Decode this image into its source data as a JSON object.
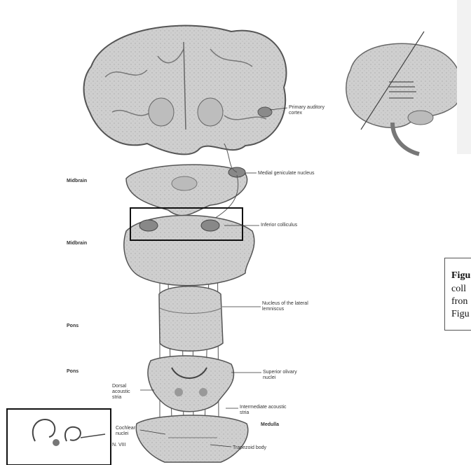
{
  "figure": {
    "regions": {
      "cortex": "Primary auditory cortex",
      "mgn": "Medial geniculate nucleus",
      "ic": "Inferior colliculus",
      "lateral_lemniscus": "Nucleus of the lateral lemniscus",
      "superior_olive": "Superior olivary nuclei",
      "dorsal_stria": "Dorsal acoustic stria",
      "intermediate_stria": "Intermediate acoustic stria",
      "cochlear": "Cochlear nuclei",
      "nerve": "N. VIII",
      "trapezoid": "Trapezoid body"
    },
    "levels": [
      "Midbrain",
      "Midbrain",
      "Pons",
      "Pons",
      "Medulla"
    ]
  },
  "caption": {
    "title": "Figu",
    "lines": [
      "coll",
      "fron",
      "Figu"
    ]
  }
}
